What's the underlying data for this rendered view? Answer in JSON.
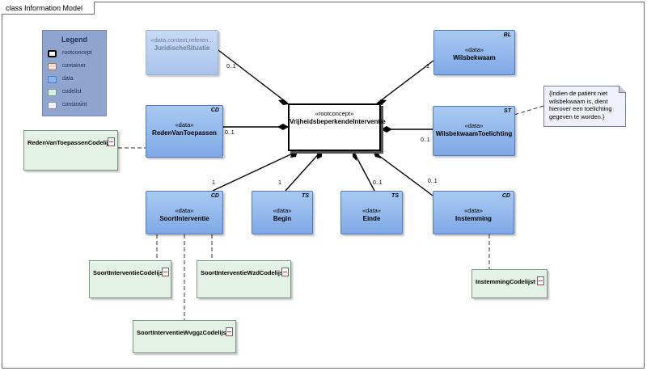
{
  "frame": {
    "title": "class Information Model"
  },
  "legend": {
    "title": "Legend",
    "items": [
      {
        "label": "rootconcept",
        "color": "#ffffff",
        "border": "#000000"
      },
      {
        "label": "container",
        "color": "#f3dccb",
        "border": "#8a7a6a"
      },
      {
        "label": "data",
        "color": "#8db4ec",
        "border": "#4d7cc4"
      },
      {
        "label": "codelist",
        "color": "#dceee2",
        "border": "#7a9a86"
      },
      {
        "label": "constraint",
        "color": "#f4f4fb",
        "border": "#8a8aa8"
      }
    ]
  },
  "root": {
    "stereotype": "«rootconcept»",
    "name": "VrijheidsbeperkendeInterventie"
  },
  "classes": [
    {
      "id": "juridische",
      "stereotype": "«data,context,referen...",
      "name": "JuridischeSituatie",
      "tag": ""
    },
    {
      "id": "wilsbekwaam",
      "stereotype": "«data»",
      "name": "Wilsbekwaam",
      "tag": "BL"
    },
    {
      "id": "reden",
      "stereotype": "«data»",
      "name": "RedenVanToepassen",
      "tag": "CD"
    },
    {
      "id": "toelichting",
      "stereotype": "«data»",
      "name": "WilsbekwaamToelichting",
      "tag": "ST"
    },
    {
      "id": "soort",
      "stereotype": "«data»",
      "name": "SoortInterventie",
      "tag": "CD"
    },
    {
      "id": "begin",
      "stereotype": "«data»",
      "name": "Begin",
      "tag": "TS"
    },
    {
      "id": "einde",
      "stereotype": "«data»",
      "name": "Einde",
      "tag": "TS"
    },
    {
      "id": "instemming",
      "stereotype": "«data»",
      "name": "Instemming",
      "tag": "CD"
    }
  ],
  "codelists": [
    {
      "id": "redenCL",
      "name": "RedenVanToepassenCodelijst"
    },
    {
      "id": "soortCL",
      "name": "SoortInterventieCodelijst"
    },
    {
      "id": "wzdCL",
      "name": "SoortInterventieWzdCodelijst"
    },
    {
      "id": "wvggzCL",
      "name": "SoortInterventieWvggzCodelijst"
    },
    {
      "id": "instemmingCL",
      "name": "InstemmingCodelijst"
    }
  ],
  "multiplicities": {
    "juridische": "0..1",
    "wilsbekwaam": "1",
    "reden": "0..1",
    "toelichting": "0..1",
    "soort": "1",
    "begin": "1",
    "einde": "0..1",
    "instemming": "0..1"
  },
  "note": {
    "text": "{Indien de patiënt niet wilsbekwaam is, dient hierover een toelichting gegeven te worden.}"
  }
}
